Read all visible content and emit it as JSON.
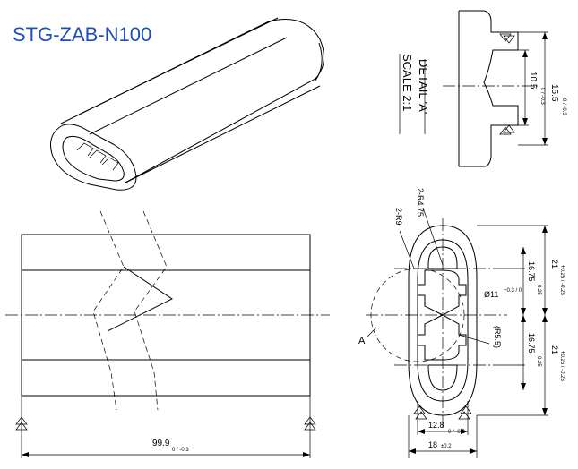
{
  "title": "STG-ZAB-N100",
  "detail": {
    "label": "DETAIL 'A'",
    "scale": "SCALE 2:1",
    "dim_height": "15.5",
    "dim_height_tol": "0 / -0.3",
    "dim_inner": "10.5",
    "dim_inner_tol": "0 / -0.3"
  },
  "side_view": {
    "length": "99.9",
    "length_tol": "0 / -0.3"
  },
  "end_view": {
    "r1": "2-R4.75",
    "r2": "2-R9",
    "diameter": "Ø11",
    "diameter_tol": "+0.3 / 0",
    "upper_pitch": "16.75",
    "upper_pitch_tol": "-0.25",
    "lower_pitch": "16.75",
    "lower_pitch_tol": "-0.25",
    "upper_half": "21",
    "upper_half_tol": "+0.25 / -0.25",
    "lower_half": "21",
    "lower_half_tol": "+0.25 / -0.25",
    "r5": "(R5.5)",
    "inner_width": "12.8",
    "inner_width_tol": "0 / -0.5",
    "outer_width": "18",
    "outer_width_tol": "±0.2",
    "detail_ref": "A"
  }
}
